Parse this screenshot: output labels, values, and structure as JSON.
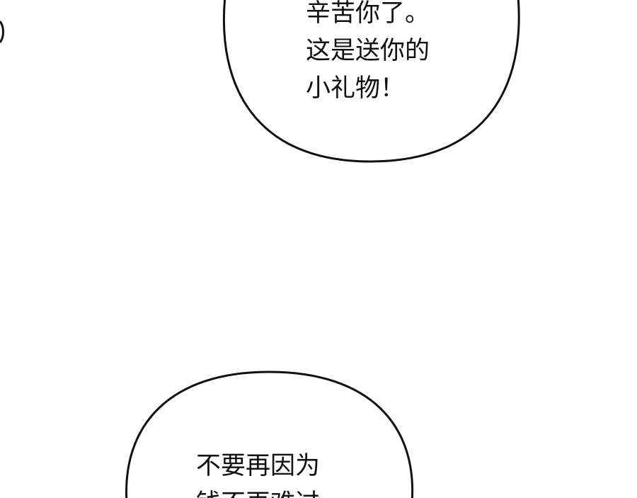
{
  "bubbles": [
    {
      "lines": [
        "辛苦你了。",
        "这是送你的",
        "小礼物！"
      ]
    },
    {
      "lines": [
        "不要再因为",
        "钱不再难过"
      ]
    }
  ],
  "colors": {
    "background": "#ffffff",
    "outline": "#111111"
  }
}
